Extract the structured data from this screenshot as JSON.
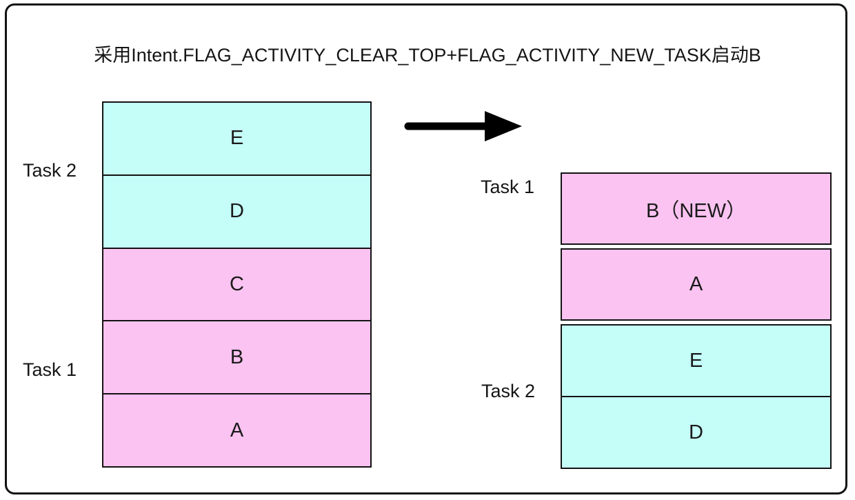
{
  "title": "采用Intent.FLAG_ACTIVITY_CLEAR_TOP+FLAG_ACTIVITY_NEW_TASK启动B",
  "colors": {
    "task_cyan": "#c5fdf8",
    "task_pink": "#fbc3f1",
    "line": "#121212",
    "background": "#ffffff"
  },
  "arrow_icon": "right-arrow",
  "left_stack": {
    "task2_label": "Task 2",
    "task1_label": "Task 1",
    "boxes": [
      {
        "label": "E",
        "group": "task2"
      },
      {
        "label": "D",
        "group": "task2"
      },
      {
        "label": "C",
        "group": "task1"
      },
      {
        "label": "B",
        "group": "task1"
      },
      {
        "label": "A",
        "group": "task1"
      }
    ]
  },
  "right_stack": {
    "task1_label": "Task 1",
    "task2_label": "Task 2",
    "boxes": [
      {
        "label": "B（NEW）",
        "group": "task1"
      },
      {
        "label": "A",
        "group": "task1"
      },
      {
        "label": "E",
        "group": "task2"
      },
      {
        "label": "D",
        "group": "task2"
      }
    ]
  }
}
